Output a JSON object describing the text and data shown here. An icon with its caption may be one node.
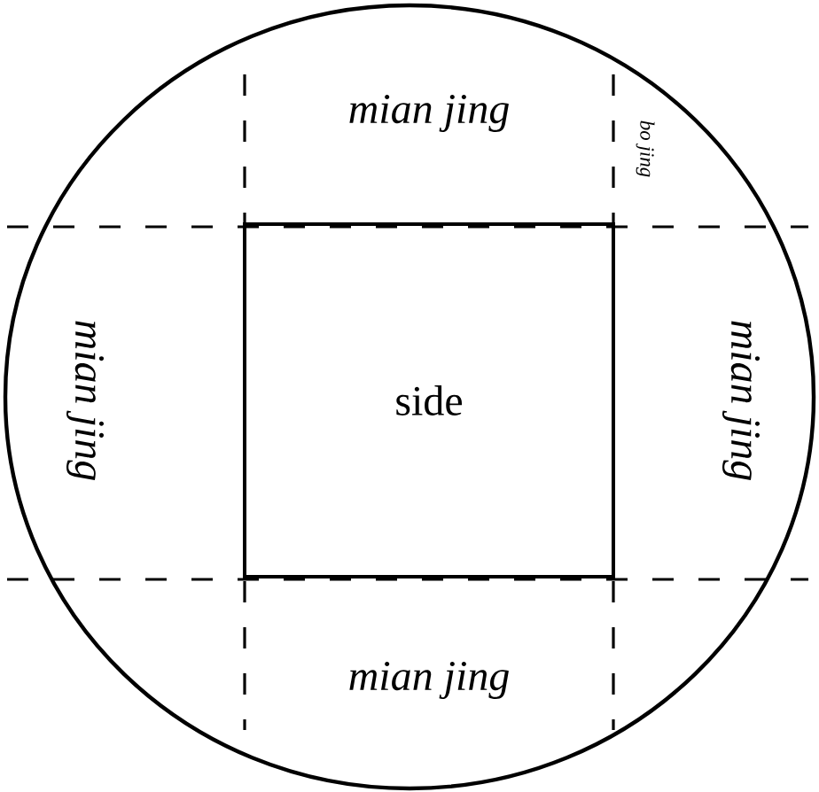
{
  "diagram": {
    "nodes": [
      {
        "text": [
          "side"
        ]
      }
    ],
    "labels": [
      "mian jing",
      "bo jing",
      "mian jing",
      "mian jing",
      "mian jing"
    ]
  }
}
